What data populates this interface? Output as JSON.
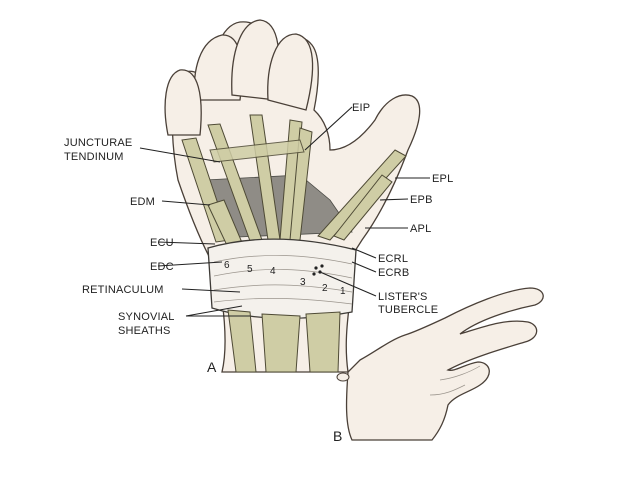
{
  "labels": {
    "eip": "EIP",
    "juncturae": [
      "JUNCTURAE",
      "TENDINUM"
    ],
    "epl": "EPL",
    "edm": "EDM",
    "epb": "EPB",
    "apl": "APL",
    "ecu": "ECU",
    "ecrl": "ECRL",
    "edc": "EDC",
    "ecrb": "ECRB",
    "retinaculum": "RETINACULUM",
    "listers": [
      "LISTER'S",
      "TUBERCLE"
    ],
    "synovial": [
      "SYNOVIAL",
      "SHEATHS"
    ]
  },
  "compartments": [
    "1",
    "2",
    "3",
    "4",
    "5",
    "6"
  ],
  "panels": {
    "a": "A",
    "b": "B"
  },
  "colors": {
    "tendon": "#cfcda5",
    "skin": "#f6efe7",
    "deep_tissue": "#8f8c86",
    "line": "#222222"
  }
}
